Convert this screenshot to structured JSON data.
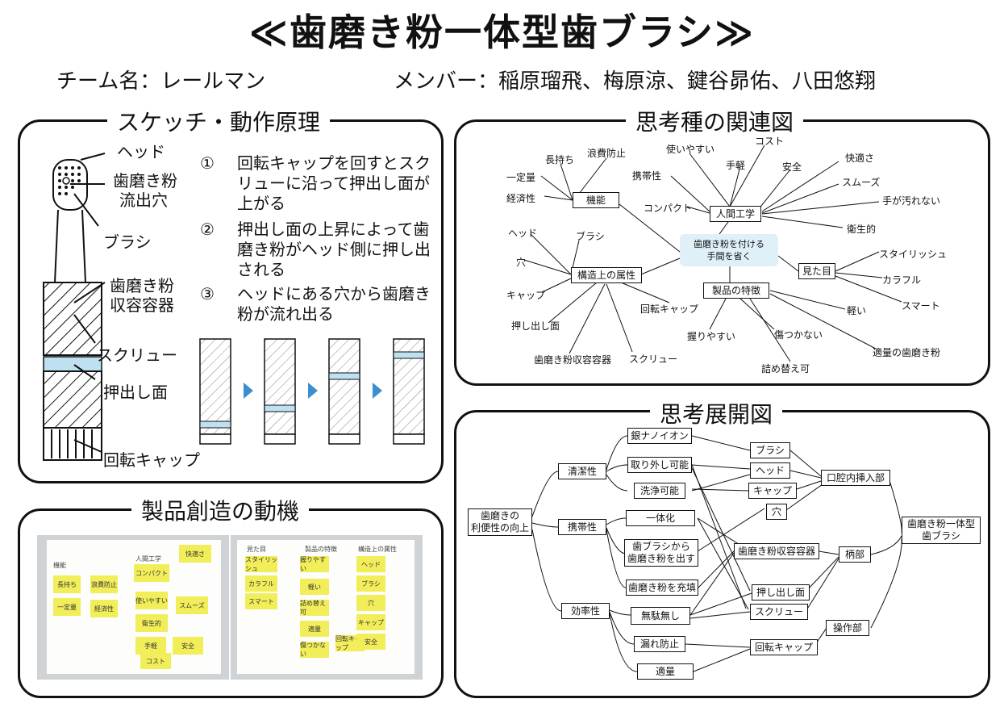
{
  "header": {
    "title": "≪歯磨き粉一体型歯ブラシ≫",
    "team": "チーム名：レールマン",
    "members": "メンバー：稲原瑠飛、梅原涼、鍵谷昴佑、八田悠翔"
  },
  "sketch": {
    "title": "スケッチ・動作原理",
    "labels": {
      "head": "ヘッド",
      "outlet_1": "歯磨き粉",
      "outlet_2": "流出穴",
      "brush": "ブラシ",
      "container_1": "歯磨き粉",
      "container_2": "収容容器",
      "screw": "スクリュー",
      "push_face": "押出し面",
      "cap": "回転キャップ"
    },
    "steps": [
      {
        "num": "①",
        "text": "回転キャップを回すとスクリューに沿って押出し面が上がる"
      },
      {
        "num": "②",
        "text": "押出し面の上昇によって歯磨き粉がヘッド側に押し出される"
      },
      {
        "num": "③",
        "text": "ヘッドにある穴から歯磨き粉が流れ出る"
      }
    ]
  },
  "motivation": {
    "title": "製品創造の動機",
    "photo_left_heads": [
      "機能",
      "人間工学"
    ],
    "photo_left_notes": [
      "長持ち",
      "浪費防止",
      "一定量",
      "経済性",
      "使いやすい",
      "快適さ",
      "コンパクト",
      "衛生的",
      "手軽",
      "安全",
      "スムーズ",
      "コスト"
    ],
    "photo_right_heads": [
      "見た目",
      "製品の特徴",
      "構造上の属性"
    ],
    "photo_right_notes": [
      "スタイリッシュ",
      "カラフル",
      "スマート",
      "握りやすい",
      "軽い",
      "詰め替え可",
      "ヘッド",
      "ブラシ",
      "穴",
      "キャップ",
      "適量",
      "傷つかない",
      "回転キャップ",
      "安全"
    ]
  },
  "relation": {
    "title": "思考種の関連図",
    "center": "歯磨き粉を付ける\n手間を省く",
    "boxes": {
      "function": "機能",
      "ergonomics": "人間工学",
      "structure": "構造上の属性",
      "features": "製品の特徴",
      "appearance": "見た目"
    },
    "leaves": {
      "long_life": "長持ち",
      "no_waste": "浪費防止",
      "fixed": "一定量",
      "economy": "経済性",
      "easy_use": "使いやすい",
      "cost": "コスト",
      "easy": "手軽",
      "safe": "安全",
      "comfort": "快適さ",
      "smooth": "スムーズ",
      "no_dirty": "手が汚れない",
      "hygiene": "衛生的",
      "portable": "携帯性",
      "compact": "コンパクト",
      "head": "ヘッド",
      "brush": "ブラシ",
      "hole": "穴",
      "cap": "キャップ",
      "push": "押し出し面",
      "container": "歯磨き粉収容容器",
      "screw": "スクリュー",
      "rot_cap": "回転キャップ",
      "grip": "握りやすい",
      "no_scratch": "傷つかない",
      "light": "軽い",
      "refill": "詰め替え可",
      "proper": "適量の歯磨き粉",
      "stylish": "スタイリッシュ",
      "colorful": "カラフル",
      "smart": "スマート"
    }
  },
  "development": {
    "title": "思考展開図",
    "boxes": {
      "root": "歯磨きの\n利便性の向上",
      "clean": "清潔性",
      "portable": "携帯性",
      "efficiency": "効率性",
      "silver": "銀ナノイオン",
      "removable": "取り外し可能",
      "washable": "洗浄可能",
      "integrated": "一体化",
      "dispense": "歯ブラシから\n歯磨き粉を出す",
      "fill": "歯磨き粉を充填",
      "nowaste": "無駄無し",
      "noleak": "漏れ防止",
      "proper": "適量",
      "brush": "ブラシ",
      "head": "ヘッド",
      "cap": "キャップ",
      "hole": "穴",
      "container": "歯磨き粉収容容器",
      "push": "押し出し面",
      "screw": "スクリュー",
      "rot_cap": "回転キャップ",
      "oral": "口腔内挿入部",
      "handle": "柄部",
      "operation": "操作部",
      "product": "歯磨き粉一体型\n歯ブラシ"
    }
  }
}
